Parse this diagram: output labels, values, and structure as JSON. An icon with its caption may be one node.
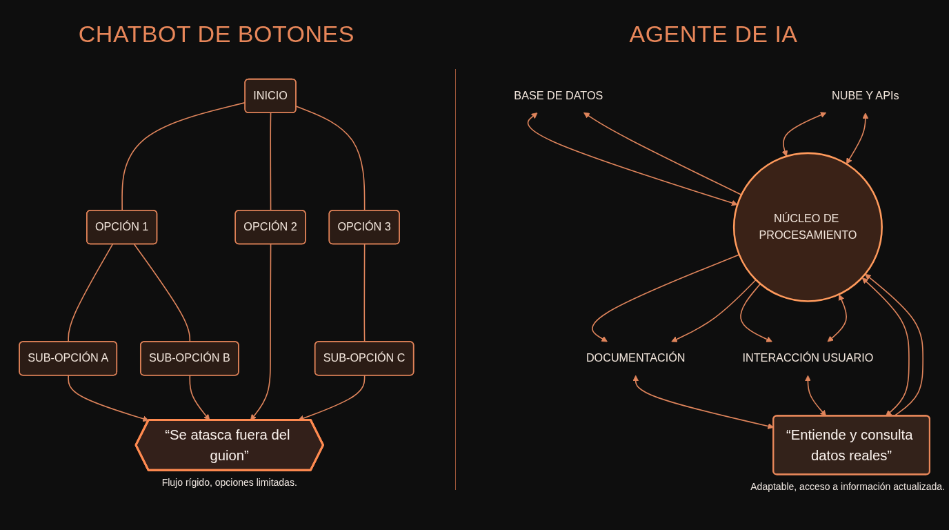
{
  "diagram": {
    "nodes": [
      {
        "text": [
          "INICIO"
        ]
      },
      {
        "text": [
          "OPCIÓN 1"
        ]
      },
      {
        "text": [
          "OPCIÓN 2"
        ]
      },
      {
        "text": [
          "OPCIÓN 3"
        ]
      },
      {
        "text": [
          "SUB-OPCIÓN A"
        ]
      },
      {
        "text": [
          "SUB-OPCIÓN B"
        ]
      },
      {
        "text": [
          "SUB-OPCIÓN C"
        ]
      },
      {
        "text": [
          "“Se atasca fuera del guion”"
        ],
        "beside": [
          "Flujo rígido, opciones limitadas."
        ]
      },
      {
        "text": [
          "BASE DE DATOS"
        ]
      },
      {
        "text": [
          "NUBE Y APIs"
        ]
      },
      {
        "text": [
          "NÚCLEO DE PROCESAMIENTO"
        ]
      },
      {
        "text": [
          "DOCUMENTACIÓN"
        ]
      },
      {
        "text": [
          "INTERACCIÓN USUARIO"
        ]
      },
      {
        "text": [
          "“Entiende y consulta datos reales”"
        ],
        "beside": [
          "Adaptable, acceso a información actualizada."
        ]
      }
    ],
    "edges": [
      {
        "from": 0,
        "to": 1,
        "arrow": "none"
      },
      {
        "from": 0,
        "to": 2,
        "arrow": "none"
      },
      {
        "from": 0,
        "to": 3,
        "arrow": "none"
      },
      {
        "from": 1,
        "to": 4,
        "arrow": "none"
      },
      {
        "from": 1,
        "to": 5,
        "arrow": "none"
      },
      {
        "from": 3,
        "to": 6,
        "arrow": "none"
      },
      {
        "from": 4,
        "to": 7,
        "arrow": "to"
      },
      {
        "from": 5,
        "to": 7,
        "arrow": "to"
      },
      {
        "from": 2,
        "to": 7,
        "arrow": "to"
      },
      {
        "from": 6,
        "to": 7,
        "arrow": "to"
      },
      {
        "from": 10,
        "to": 8,
        "arrow": "to"
      },
      {
        "from": 8,
        "to": 10,
        "arrow": "both"
      },
      {
        "from": 9,
        "to": 10,
        "arrow": "both"
      },
      {
        "from": 9,
        "to": 10,
        "arrow": "both"
      },
      {
        "from": 10,
        "to": 11,
        "arrow": "to"
      },
      {
        "from": 10,
        "to": 11,
        "arrow": "to"
      },
      {
        "from": 10,
        "to": 12,
        "arrow": "to"
      },
      {
        "from": 10,
        "to": 12,
        "arrow": "both"
      },
      {
        "from": 10,
        "to": 13,
        "arrow": "both"
      },
      {
        "from": 13,
        "to": 10,
        "arrow": "to"
      },
      {
        "from": 11,
        "to": 13,
        "arrow": "both"
      },
      {
        "from": 12,
        "to": 13,
        "arrow": "both"
      }
    ],
    "labels": [
      "CHATBOT DE BOTONES",
      "AGENTE DE IA"
    ]
  }
}
